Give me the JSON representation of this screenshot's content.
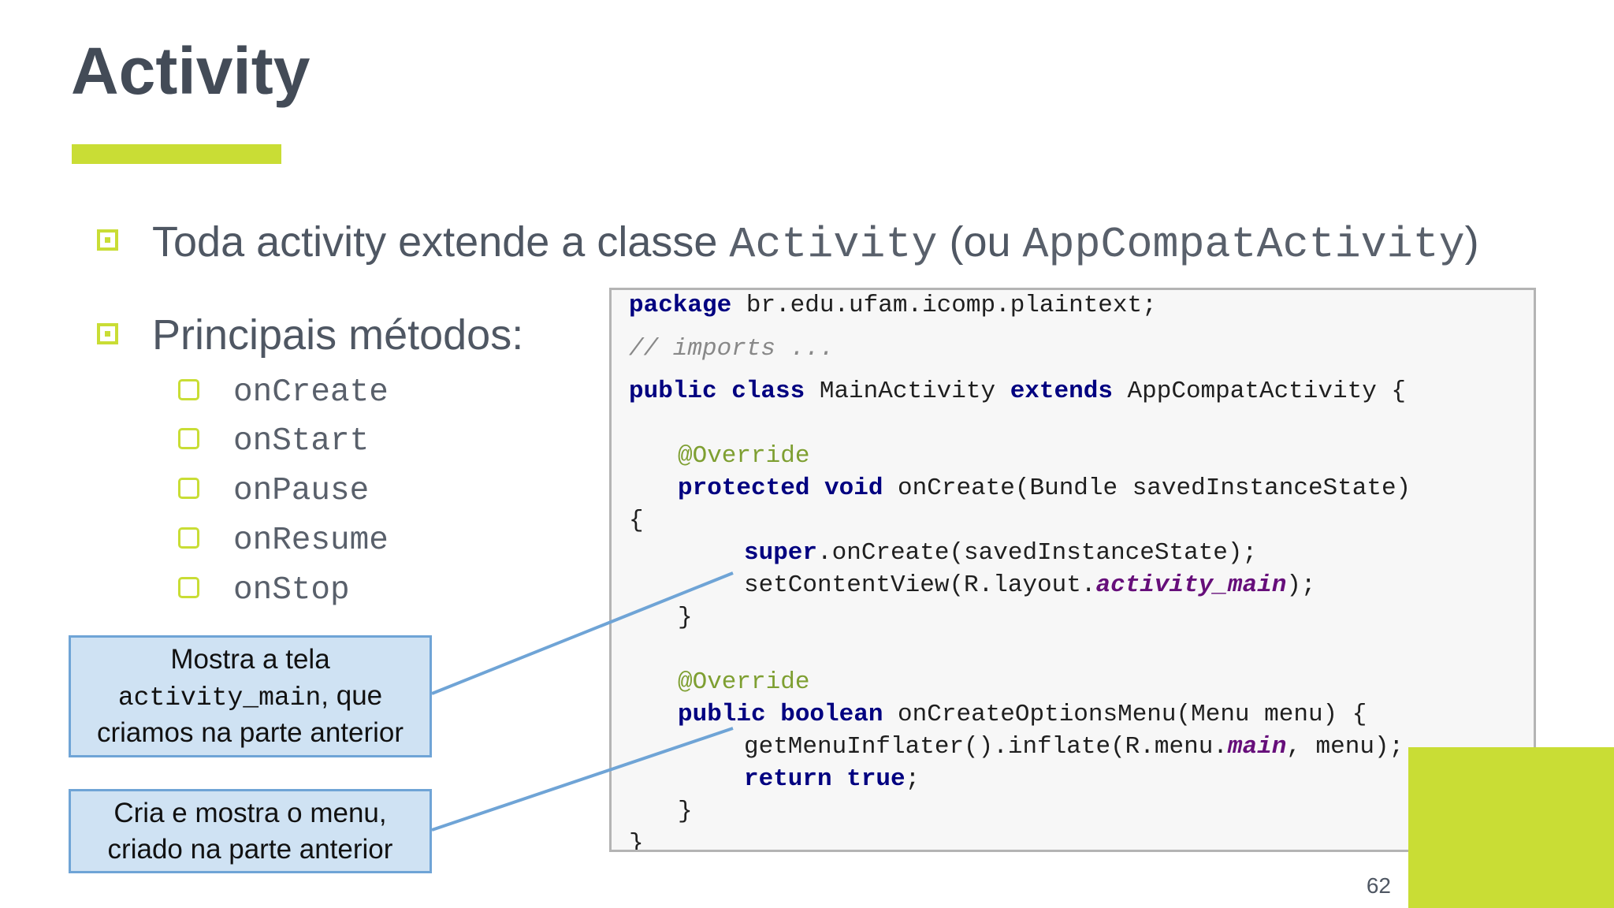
{
  "slide": {
    "title": "Activity",
    "page_number": "62",
    "accent_color": "#c9dd35",
    "callout_fill": "#cfe2f3",
    "callout_border": "#6fa4d6"
  },
  "bullets": {
    "b1": {
      "text_1": "Toda activity extende a classe ",
      "code_1": "Activity",
      "text_2": " (ou ",
      "code_2": "AppCompatActivity",
      "text_3": ")"
    },
    "b2": {
      "text": "Principais métodos:"
    },
    "methods": [
      "onCreate",
      "onStart",
      "onPause",
      "onResume",
      "onStop"
    ]
  },
  "code": {
    "l1_kw": "package",
    "l1_rest": " br.edu.ufam.icomp.plaintext;",
    "l2_comment": "// imports ...",
    "l3_kw1": "public class",
    "l3_mid": " MainActivity ",
    "l3_kw2": "extends",
    "l3_rest": " AppCompatActivity {",
    "l4_annotation": "@Override",
    "l5_kw": "protected void",
    "l5_rest": " onCreate(Bundle savedInstanceState)",
    "l6": "{",
    "l7_kw": "super",
    "l7_rest": ".onCreate(savedInstanceState);",
    "l8_pre": "setContentView(R.layout.",
    "l8_field": "activity_main",
    "l8_post": ");",
    "l9": "}",
    "l10_annotation": "@Override",
    "l11_kw": "public boolean",
    "l11_rest": " onCreateOptionsMenu(Menu menu) {",
    "l12_pre": "getMenuInflater().inflate(R.menu.",
    "l12_field": "main",
    "l12_post": ", menu);",
    "l13_kw": "return true",
    "l13_post": ";",
    "l14": "}",
    "l15": "}"
  },
  "callouts": {
    "c1": {
      "line_1": "Mostra a tela",
      "code": "activity_main",
      "line_2_rest": ", que",
      "line_3": "criamos na parte anterior"
    },
    "c2": {
      "line_1": "Cria e mostra o menu,",
      "line_2": "criado na parte anterior"
    }
  }
}
